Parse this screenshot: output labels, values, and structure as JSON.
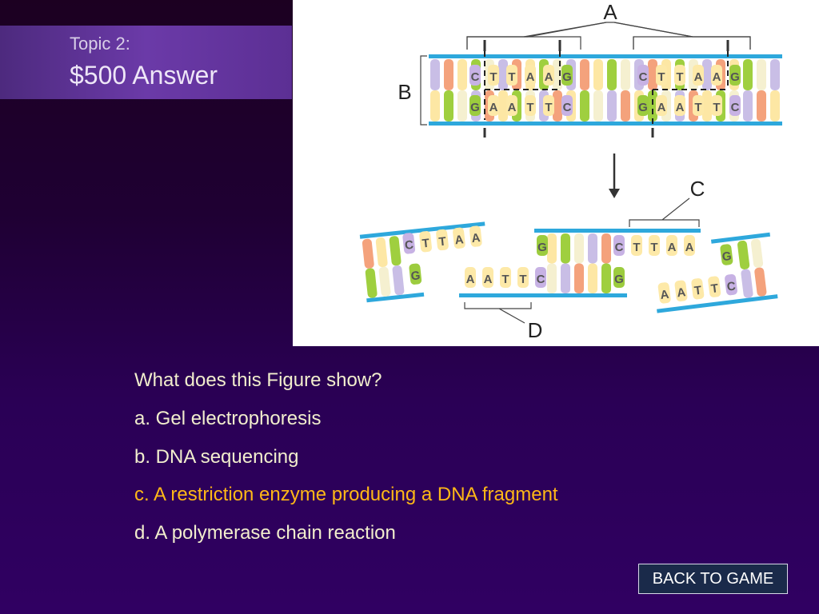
{
  "slide": {
    "topic_label": "Topic 2:",
    "answer_label": "$500 Answer"
  },
  "figure": {
    "label_a": "A",
    "label_b": "B",
    "label_c": "C",
    "label_d": "D",
    "top_strand_1": [
      "C",
      "T",
      "T",
      "A",
      "A",
      "G"
    ],
    "bottom_strand_1": [
      "G",
      "A",
      "A",
      "T",
      "T",
      "C"
    ],
    "top_strand_2": [
      "C",
      "T",
      "T",
      "A",
      "A",
      "G"
    ],
    "bottom_strand_2": [
      "G",
      "A",
      "A",
      "T",
      "T",
      "C"
    ],
    "frag_left_top": [
      "C",
      "T",
      "T",
      "A",
      "A"
    ],
    "frag_left_bottom": [
      "G"
    ],
    "frag_mid_top_left": [
      "G"
    ],
    "frag_mid_bottom_left": [
      "A",
      "A",
      "T",
      "T",
      "C"
    ],
    "frag_mid_top_right": [
      "C",
      "T",
      "T",
      "A",
      "A"
    ],
    "frag_mid_bottom_right": [
      "G"
    ],
    "frag_right_top": [
      "G"
    ],
    "frag_right_bottom": [
      "A",
      "A",
      "T",
      "T",
      "C"
    ]
  },
  "question": {
    "prompt": "What does this Figure show?",
    "option_a": "a. Gel electrophoresis",
    "option_b": "b. DNA sequencing",
    "option_c": "c. A restriction enzyme producing a DNA fragment",
    "option_d": "d. A polymerase chain reaction"
  },
  "nav": {
    "back_label": "BACK TO GAME"
  },
  "colors": {
    "background": "#22003a",
    "title_band": "#5c2f94",
    "answer_text": "#ffb817",
    "option_text": "#f2eecd"
  }
}
